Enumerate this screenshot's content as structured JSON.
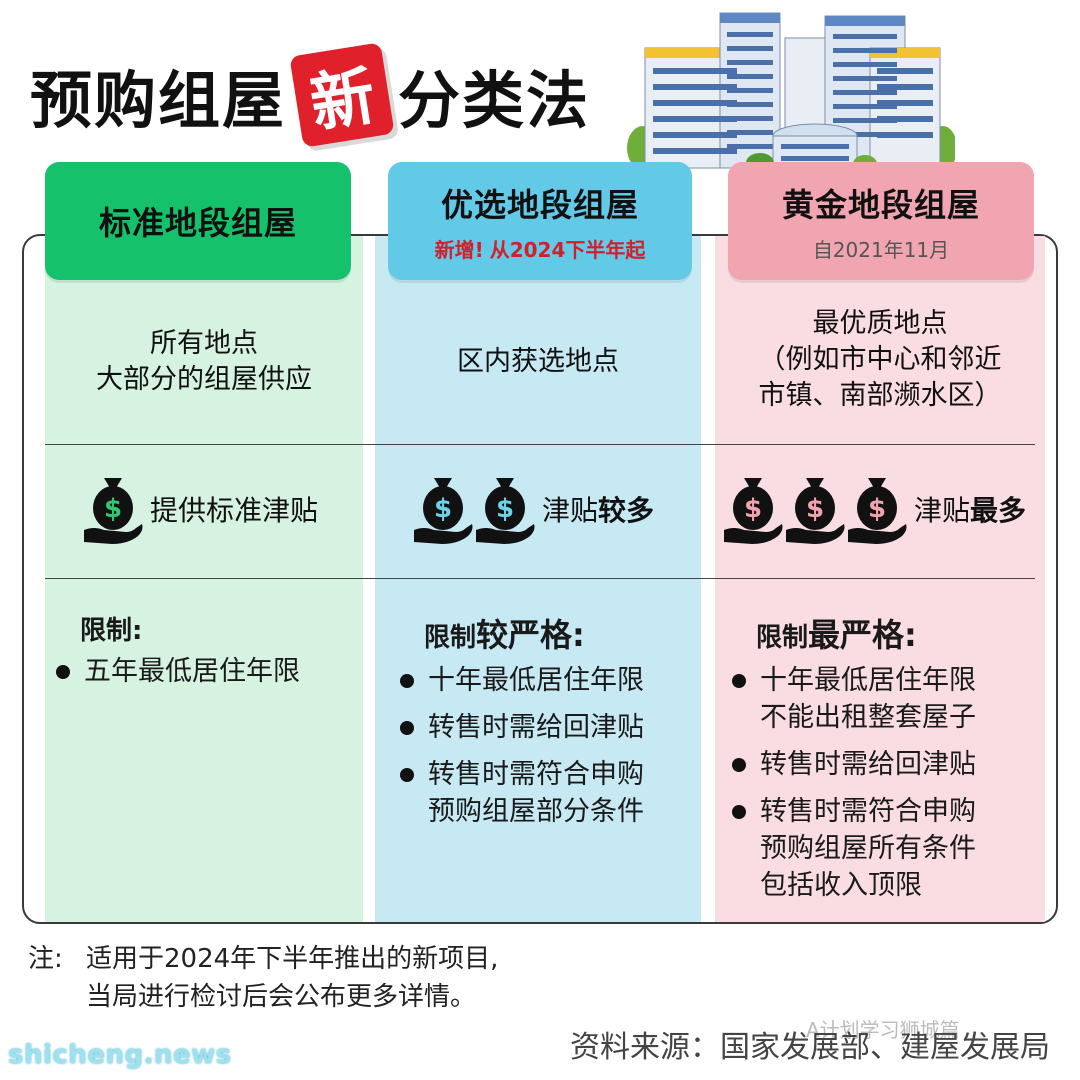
{
  "title": {
    "before": "预购组屋",
    "badge": "新",
    "after": "分类法"
  },
  "columns": [
    {
      "name": "标准地段组屋",
      "sub_new": "",
      "sub_since": "",
      "locations": [
        "所有地点",
        "大部分的组屋供应"
      ],
      "subsidy": {
        "icon_count": 1,
        "text": "提供标准津贴",
        "emphasis": ""
      },
      "restriction_head": {
        "normal": "限制:",
        "big": ""
      },
      "restrictions": [
        "五年最低居住年限"
      ],
      "color": "#16c16c"
    },
    {
      "name": "优选地段组屋",
      "sub_new": "新增!",
      "sub_since": "从2024下半年起",
      "locations": [
        "区内获选地点"
      ],
      "subsidy": {
        "icon_count": 2,
        "text": "津贴",
        "emphasis": "较多"
      },
      "restriction_head": {
        "normal": "限制",
        "big": "较严格:"
      },
      "restrictions": [
        "十年最低居住年限",
        "转售时需给回津贴",
        "转售时需符合申购\n预购组屋部分条件"
      ],
      "color": "#62c9e6"
    },
    {
      "name": "黄金地段组屋",
      "sub_new": "",
      "sub_since": "自2021年11月",
      "locations": [
        "最优质地点",
        "（例如市中心和邻近",
        "市镇、南部濒水区）"
      ],
      "subsidy": {
        "icon_count": 3,
        "text": "津贴",
        "emphasis": "最多"
      },
      "restriction_head": {
        "normal": "限制",
        "big": "最严格:"
      },
      "restrictions": [
        "十年最低居住年限\n不能出租整套屋子",
        "转售时需给回津贴",
        "转售时需符合申购\n预购组屋所有条件\n包括收入顶限"
      ],
      "color": "#f0a5b0"
    }
  ],
  "note": {
    "label": "注:",
    "line1": "适用于2024年下半年推出的新项目,",
    "line2": "当局进行检讨后会公布更多详情。"
  },
  "source": "资料来源：国家发展部、建屋发展局",
  "watermarks": {
    "wechat": "A计划学习狮城篇",
    "site": "shicheng.news"
  },
  "icons": {
    "money_bag_green": "money-bag-hand-icon",
    "money_bag_blue": "money-bag-hand-icon",
    "money_bag_pink": "money-bag-hand-icon"
  },
  "colors": {
    "title_badge": "#e0212b",
    "highlight_red": "#d31f2a",
    "col1_bg": "#d6f2e1",
    "col2_bg": "#c6e9f3",
    "col3_bg": "#f9dde2",
    "dollar_green": "#2fc870",
    "dollar_blue": "#6fd0ea",
    "dollar_pink": "#f3a2b0"
  }
}
